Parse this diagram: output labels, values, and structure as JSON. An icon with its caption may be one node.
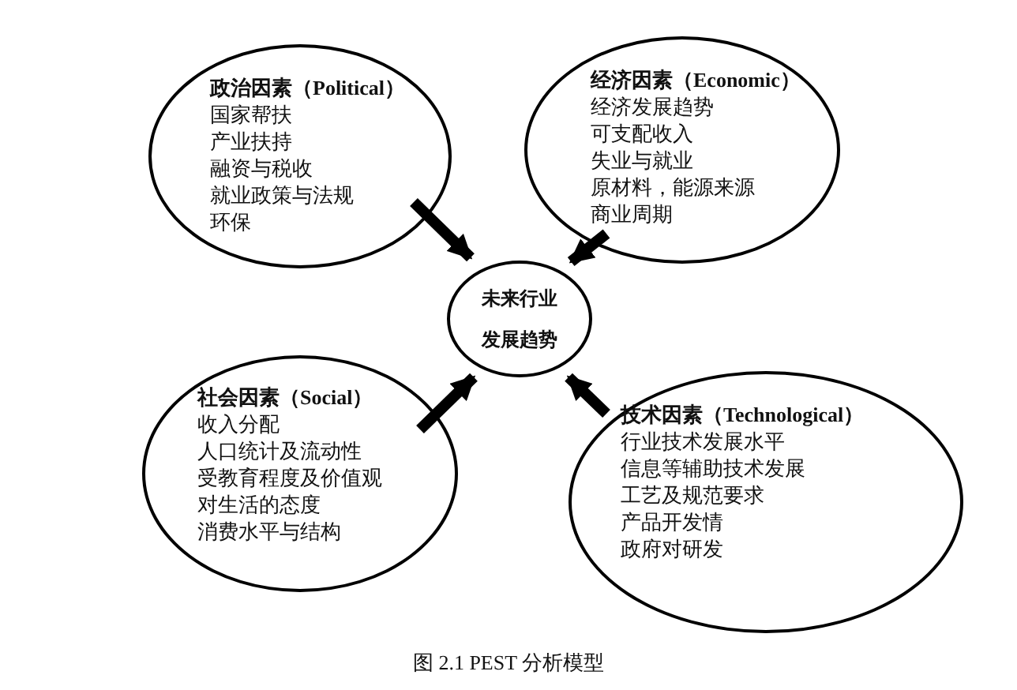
{
  "diagram": {
    "caption": "图 2.1 PEST 分析模型",
    "nodes": [
      {
        "text": [
          "政治因素（Political）",
          "国家帮扶",
          "产业扶持",
          "融资与税收",
          "就业政策与法规",
          "环保"
        ]
      },
      {
        "text": [
          "经济因素（Economic）",
          "经济发展趋势",
          "可支配收入",
          "失业与就业",
          "原材料，能源来源",
          "商业周期"
        ]
      },
      {
        "text": [
          "未来行业发展趋势"
        ]
      },
      {
        "text": [
          "社会因素（Social）",
          "收入分配",
          "人口统计及流动性",
          "受教育程度及价值观",
          "对生活的态度",
          "消费水平与结构"
        ]
      },
      {
        "text": [
          "技术因素（Technological）",
          "行业技术发展水平",
          "信息等辅助技术发展",
          "工艺及规范要求",
          "产品开发情",
          "政府对研发"
        ]
      }
    ],
    "edges": [
      {
        "from": 0,
        "to": 2,
        "arrow": "to"
      },
      {
        "from": 1,
        "to": 2,
        "arrow": "to"
      },
      {
        "from": 3,
        "to": 2,
        "arrow": "to"
      },
      {
        "from": 4,
        "to": 2,
        "arrow": "to"
      }
    ]
  }
}
